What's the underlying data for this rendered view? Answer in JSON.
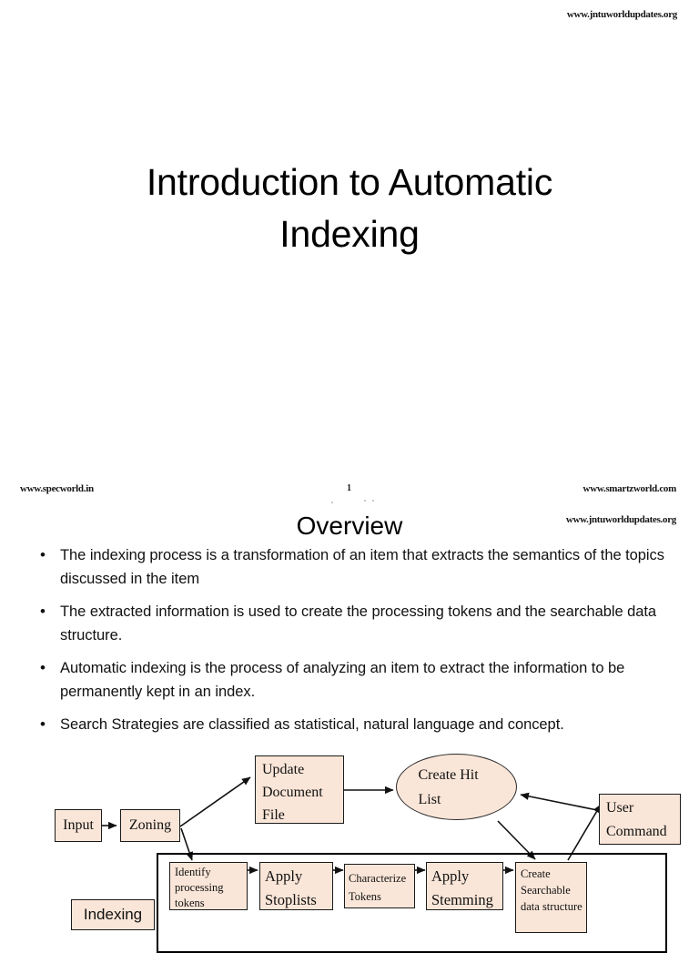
{
  "watermarks": {
    "top_right": "www.jntuworldupdates.org",
    "bottom_left": "www.specworld.in",
    "bottom_right": "www.smartzworld.com",
    "slide2_top_right": "www.jntuworldupdates.org"
  },
  "slide1": {
    "title": "Introduction to Automatic Indexing",
    "page_number": "1"
  },
  "slide2": {
    "title": "Overview",
    "bullet_marker": "•",
    "bullets": [
      "The indexing process is a transformation of an item that extracts the semantics of the topics discussed in the item",
      "The extracted information is used to create the processing tokens and the searchable data structure.",
      "Automatic indexing is the process of analyzing an item to extract the information to be permanently kept in an index.",
      "Search Strategies are classified as statistical, natural language and concept."
    ]
  },
  "diagram": {
    "fill_color": "#fae6d8",
    "border_color": "#1b1b1b",
    "nodes": {
      "input": "Input",
      "zoning": "Zoning",
      "update_document_file": "Update Document File",
      "create_hit_list": "Create Hit List",
      "user_command": "User Command",
      "indexing": "Indexing",
      "identify_processing_tokens": "Identify processing tokens",
      "apply_stoplists": "Apply Stoplists",
      "characterize_tokens": "Characterize Tokens",
      "apply_stemming": "Apply Stemming",
      "create_searchable_data_structure": "Create Searchable data structure"
    }
  }
}
